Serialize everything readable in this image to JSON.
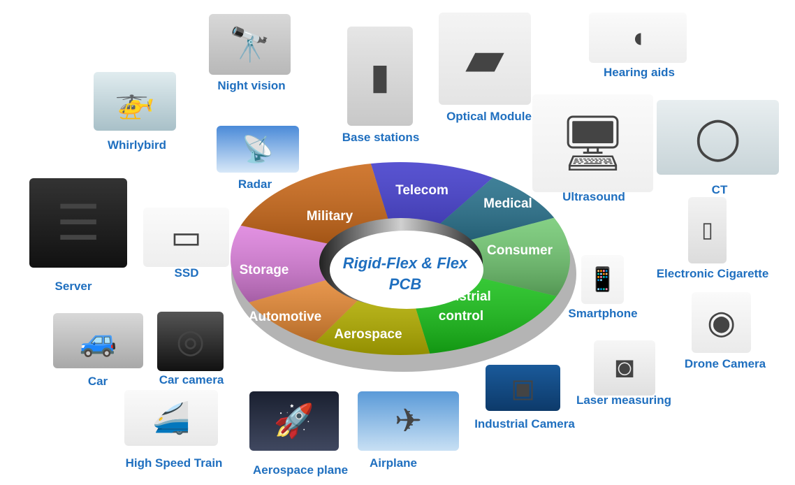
{
  "center": {
    "line1": "Rigid-Flex & Flex",
    "line2": "PCB"
  },
  "segments": [
    {
      "label": "Telecom",
      "color": "#3b35c9"
    },
    {
      "label": "Medical",
      "color": "#1e6a86"
    },
    {
      "label": "Consumer",
      "color": "#6fc86f"
    },
    {
      "label": "Industrial control",
      "line1": "Industrial",
      "line2": "control",
      "color": "#18c818"
    },
    {
      "label": "Aerospace",
      "color": "#c2bd00"
    },
    {
      "label": "Automotive",
      "color": "#f08e35"
    },
    {
      "label": "Storage",
      "color": "#dc7ddc"
    },
    {
      "label": "Military",
      "color": "#c8620f"
    }
  ],
  "applications": [
    {
      "label": "Night vision",
      "icon": "binoculars-icon"
    },
    {
      "label": "Whirlybird",
      "icon": "helicopter-icon"
    },
    {
      "label": "Base stations",
      "icon": "cabinet-icon"
    },
    {
      "label": "Optical Module",
      "icon": "optical-module-icon"
    },
    {
      "label": "Hearing aids",
      "icon": "hearing-aid-icon"
    },
    {
      "label": "Radar",
      "icon": "radar-dish-icon"
    },
    {
      "label": "Ultrasound",
      "icon": "ultrasound-machine-icon"
    },
    {
      "label": "CT",
      "icon": "ct-scanner-icon"
    },
    {
      "label": "Server",
      "icon": "server-rack-icon"
    },
    {
      "label": "SSD",
      "icon": "ssd-icon"
    },
    {
      "label": "Electronic Cigarette",
      "icon": "e-cigarette-icon"
    },
    {
      "label": "Smartphone",
      "icon": "smartphone-icon"
    },
    {
      "label": "Drone Camera",
      "icon": "drone-camera-icon"
    },
    {
      "label": "Car",
      "icon": "car-icon"
    },
    {
      "label": "Car camera",
      "icon": "camera-lens-icon"
    },
    {
      "label": "Laser measuring",
      "icon": "laser-rangefinder-icon"
    },
    {
      "label": "Industrial Camera",
      "icon": "industrial-camera-icon"
    },
    {
      "label": "High Speed Train",
      "icon": "train-icon"
    },
    {
      "label": "Aerospace plane",
      "icon": "space-shuttle-icon"
    },
    {
      "label": "Airplane",
      "icon": "airplane-icon"
    }
  ],
  "label_color": "#1f6fbf"
}
